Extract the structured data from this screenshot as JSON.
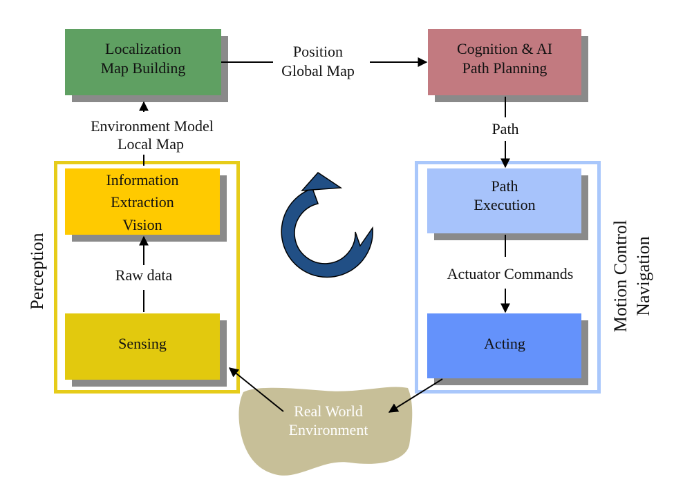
{
  "colors": {
    "localization": "#5fa062",
    "cognition": "#c27a80",
    "info_extraction": "#ffca00",
    "sensing": "#e2c90e",
    "path_execution": "#a7c3fb",
    "acting": "#6492fb",
    "shadow": "#8a8a8a",
    "perception_frame": "#e6cc1a",
    "motion_frame": "#a9c7fb",
    "world_blob": "#c7bf98",
    "cycle_arrow": "#214f85"
  },
  "boxes": {
    "localization": {
      "line1": "Localization",
      "line2": "Map Building"
    },
    "cognition": {
      "line1": "Cognition & AI",
      "line2": "Path Planning"
    },
    "info_extraction": {
      "line1": "Information",
      "line2": "Extraction",
      "line3": "Vision"
    },
    "sensing": {
      "line1": "Sensing"
    },
    "path_execution": {
      "line1": "Path",
      "line2": "Execution"
    },
    "acting": {
      "line1": "Acting"
    }
  },
  "edges": {
    "position_global_map": {
      "line1": "Position",
      "line2": "Global Map"
    },
    "environment_model": {
      "line1": "Environment Model",
      "line2": "Local Map"
    },
    "path": {
      "line1": "Path"
    },
    "raw_data": {
      "line1": "Raw data"
    },
    "actuator_commands": {
      "line1": "Actuator Commands"
    }
  },
  "groups": {
    "perception": "Perception",
    "motion_control": {
      "line1": "Motion Control",
      "line2": "Navigation"
    }
  },
  "world": {
    "line1": "Real World",
    "line2": "Environment"
  },
  "cycle_icon": "circular-arrow-icon"
}
